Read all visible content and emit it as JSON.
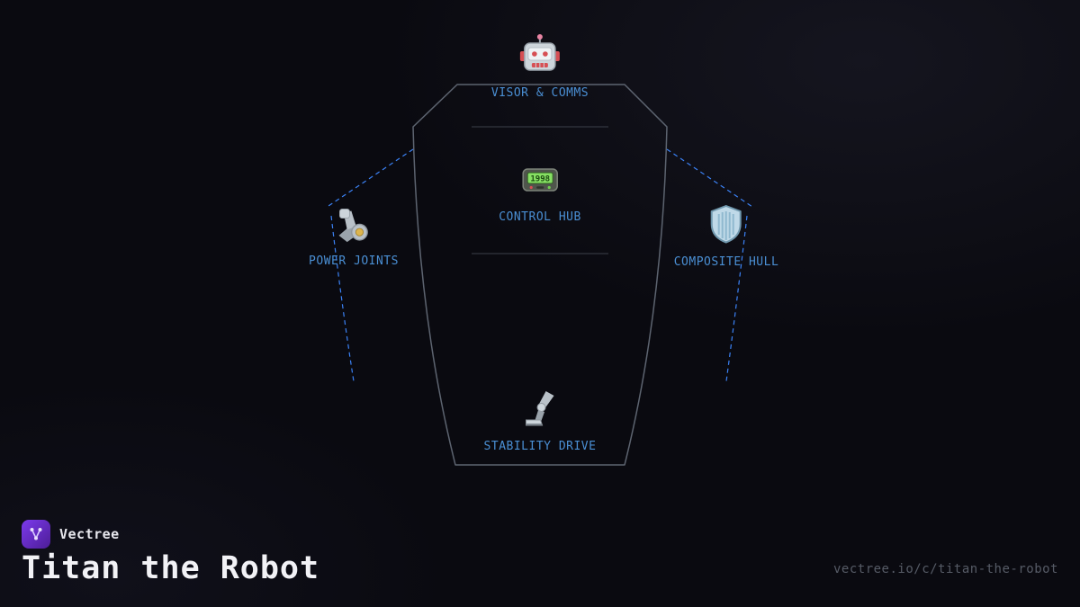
{
  "page": {
    "background": "#0a0a10",
    "accent": "#4a8fd4",
    "connector_color": "#3b82f6",
    "outline_color": "#5d6470"
  },
  "diagram": {
    "nodes": [
      {
        "id": "visor",
        "label": "VISOR & COMMS",
        "icon": "robot-head-icon"
      },
      {
        "id": "control",
        "label": "CONTROL HUB",
        "icon": "pager-icon",
        "icon_text": "1998"
      },
      {
        "id": "power",
        "label": "POWER JOINTS",
        "icon": "mech-arm-icon"
      },
      {
        "id": "hull",
        "label": "COMPOSITE HULL",
        "icon": "shield-icon"
      },
      {
        "id": "stability",
        "label": "STABILITY DRIVE",
        "icon": "mech-leg-icon"
      }
    ]
  },
  "footer": {
    "brand": "Vectree",
    "title": "Titan the Robot",
    "url": "vectree.io/c/titan-the-robot",
    "logo_color": "#6d28d9"
  }
}
